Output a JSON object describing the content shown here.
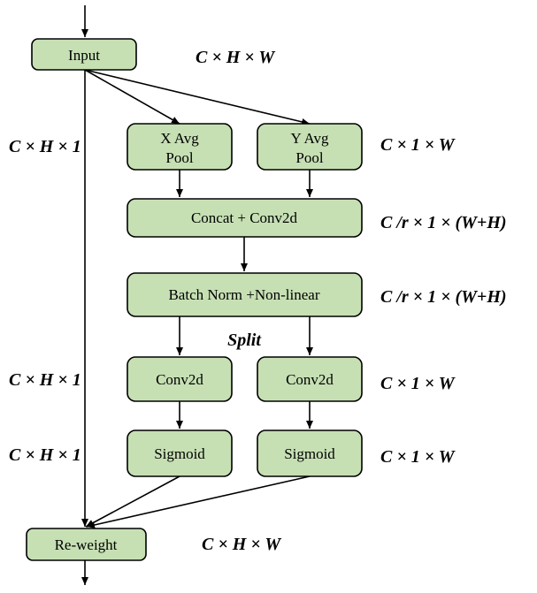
{
  "colors": {
    "node_fill": "#c6e0b4",
    "node_stroke": "#000000",
    "edge": "#000000"
  },
  "nodes": {
    "input": "Input",
    "x_avg_pool": [
      "X Avg",
      "Pool"
    ],
    "y_avg_pool": [
      "Y Avg",
      "Pool"
    ],
    "concat_conv": "Concat + Conv2d",
    "bn_nonlinear": "Batch Norm +Non-linear",
    "conv_left": "Conv2d",
    "conv_right": "Conv2d",
    "sigmoid_left": "Sigmoid",
    "sigmoid_right": "Sigmoid",
    "reweight": "Re-weight"
  },
  "dimensions": {
    "input": "C × H × W",
    "left_pool": "C × H × 1",
    "right_pool": "C × 1 × W",
    "concat": "C /r × 1 × (W+H)",
    "bn": "C /r × 1 × (W+H)",
    "left_conv": "C × H × 1",
    "right_conv": "C × 1 × W",
    "left_sigmoid": "C × H × 1",
    "right_sigmoid": "C × 1 × W",
    "output": "C × H × W"
  },
  "split_label": "Split"
}
